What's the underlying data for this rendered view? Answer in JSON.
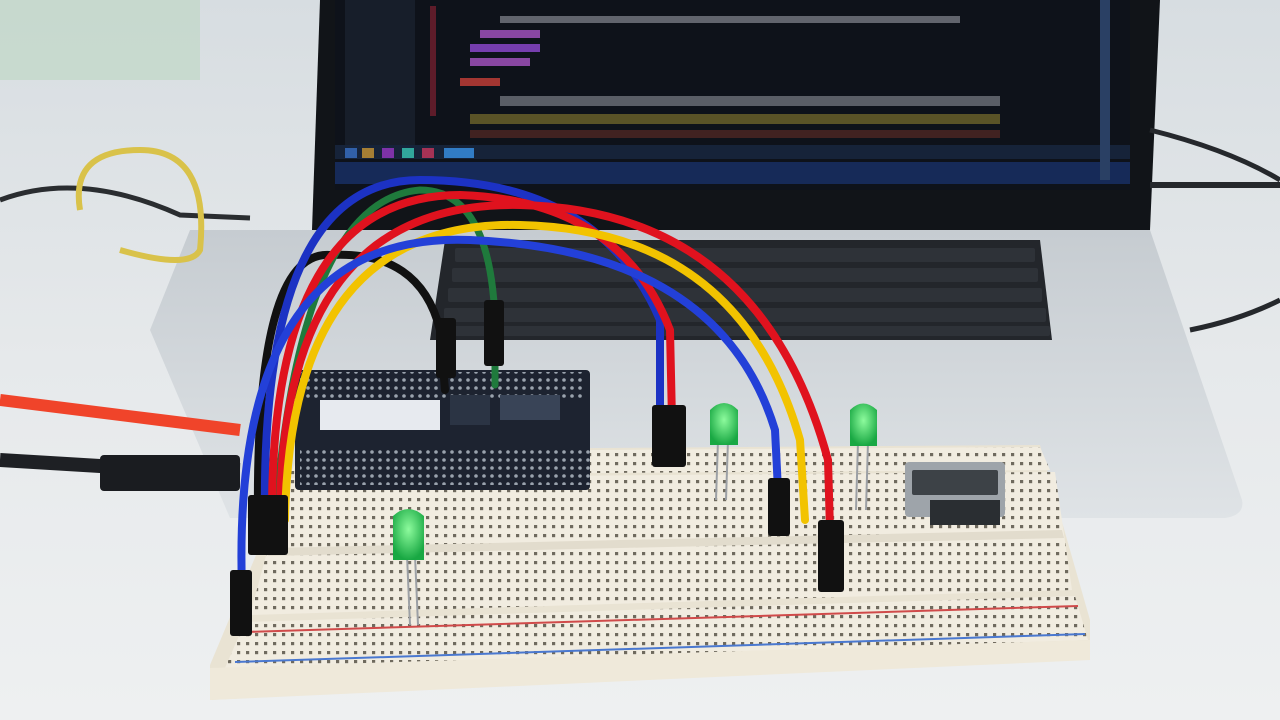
{
  "scene": {
    "subject": "breadboard-electronics-prototype",
    "objects": [
      "laptop",
      "laptop-screen",
      "keyboard",
      "breadboard",
      "microcontroller-board",
      "jumper-wires",
      "green-leds",
      "usb-connector",
      "cables"
    ],
    "colors": {
      "background": "#e9ecee",
      "desk": "#dfe3e6",
      "laptop_body": "#cfd4d8",
      "screen_bg": "#0e121a",
      "breadboard": "#f1ece0",
      "board_pcb": "#1d2330",
      "wire_red": "#e0121e",
      "wire_yellow": "#f2c300",
      "wire_blue": "#1c32c4",
      "wire_dark_blue": "#2340d8",
      "wire_green": "#1f7a3c",
      "wire_black": "#111111",
      "led_green": "#30d45a",
      "cable_orange_red": "#f0442a",
      "cable_yellow": "#d9c24a"
    },
    "led_count": 3
  }
}
